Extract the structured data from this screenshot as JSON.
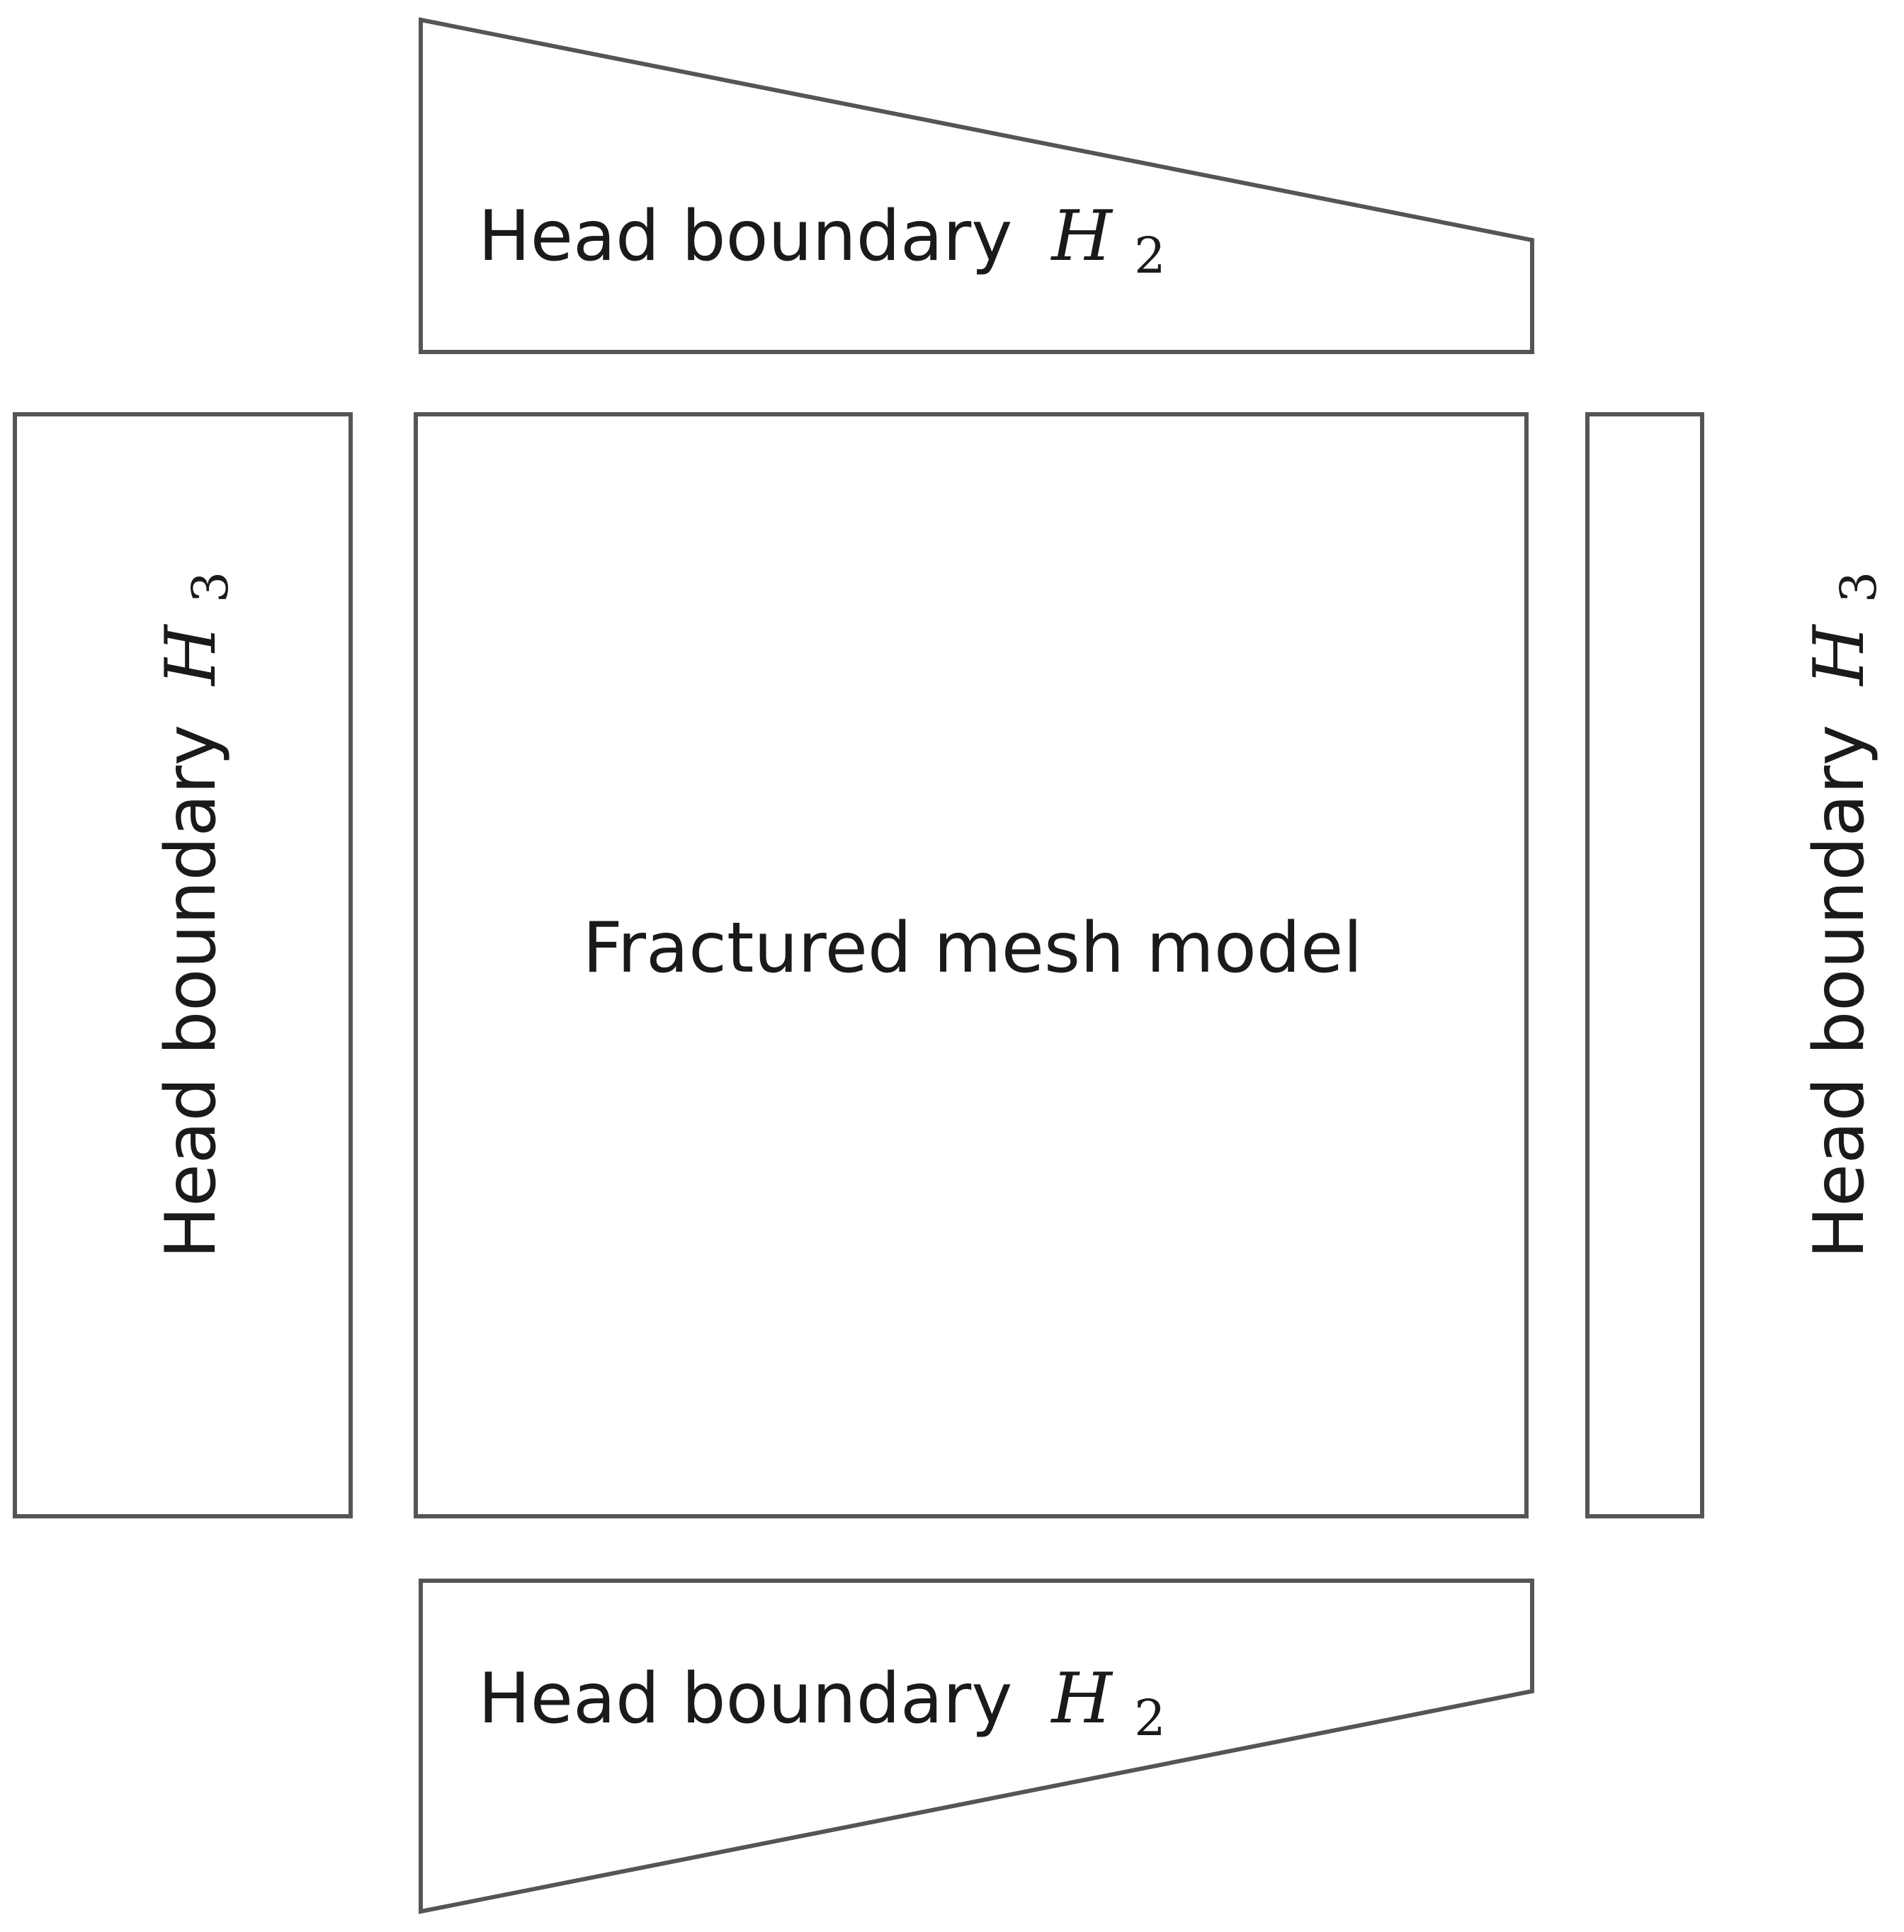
{
  "labels": {
    "top": {
      "text": "Head boundary",
      "symbol": "H",
      "subscript": "2"
    },
    "bottom": {
      "text": "Head boundary",
      "symbol": "H",
      "subscript": "2"
    },
    "left": {
      "text": "Head boundary",
      "symbol": "H",
      "subscript": "3"
    },
    "right": {
      "text": "Head boundary",
      "symbol": "H",
      "subscript": "3"
    },
    "center": "Fractured mesh model"
  },
  "colors": {
    "outline": "#555555",
    "text": "#1a1a1a",
    "background": "#ffffff"
  }
}
